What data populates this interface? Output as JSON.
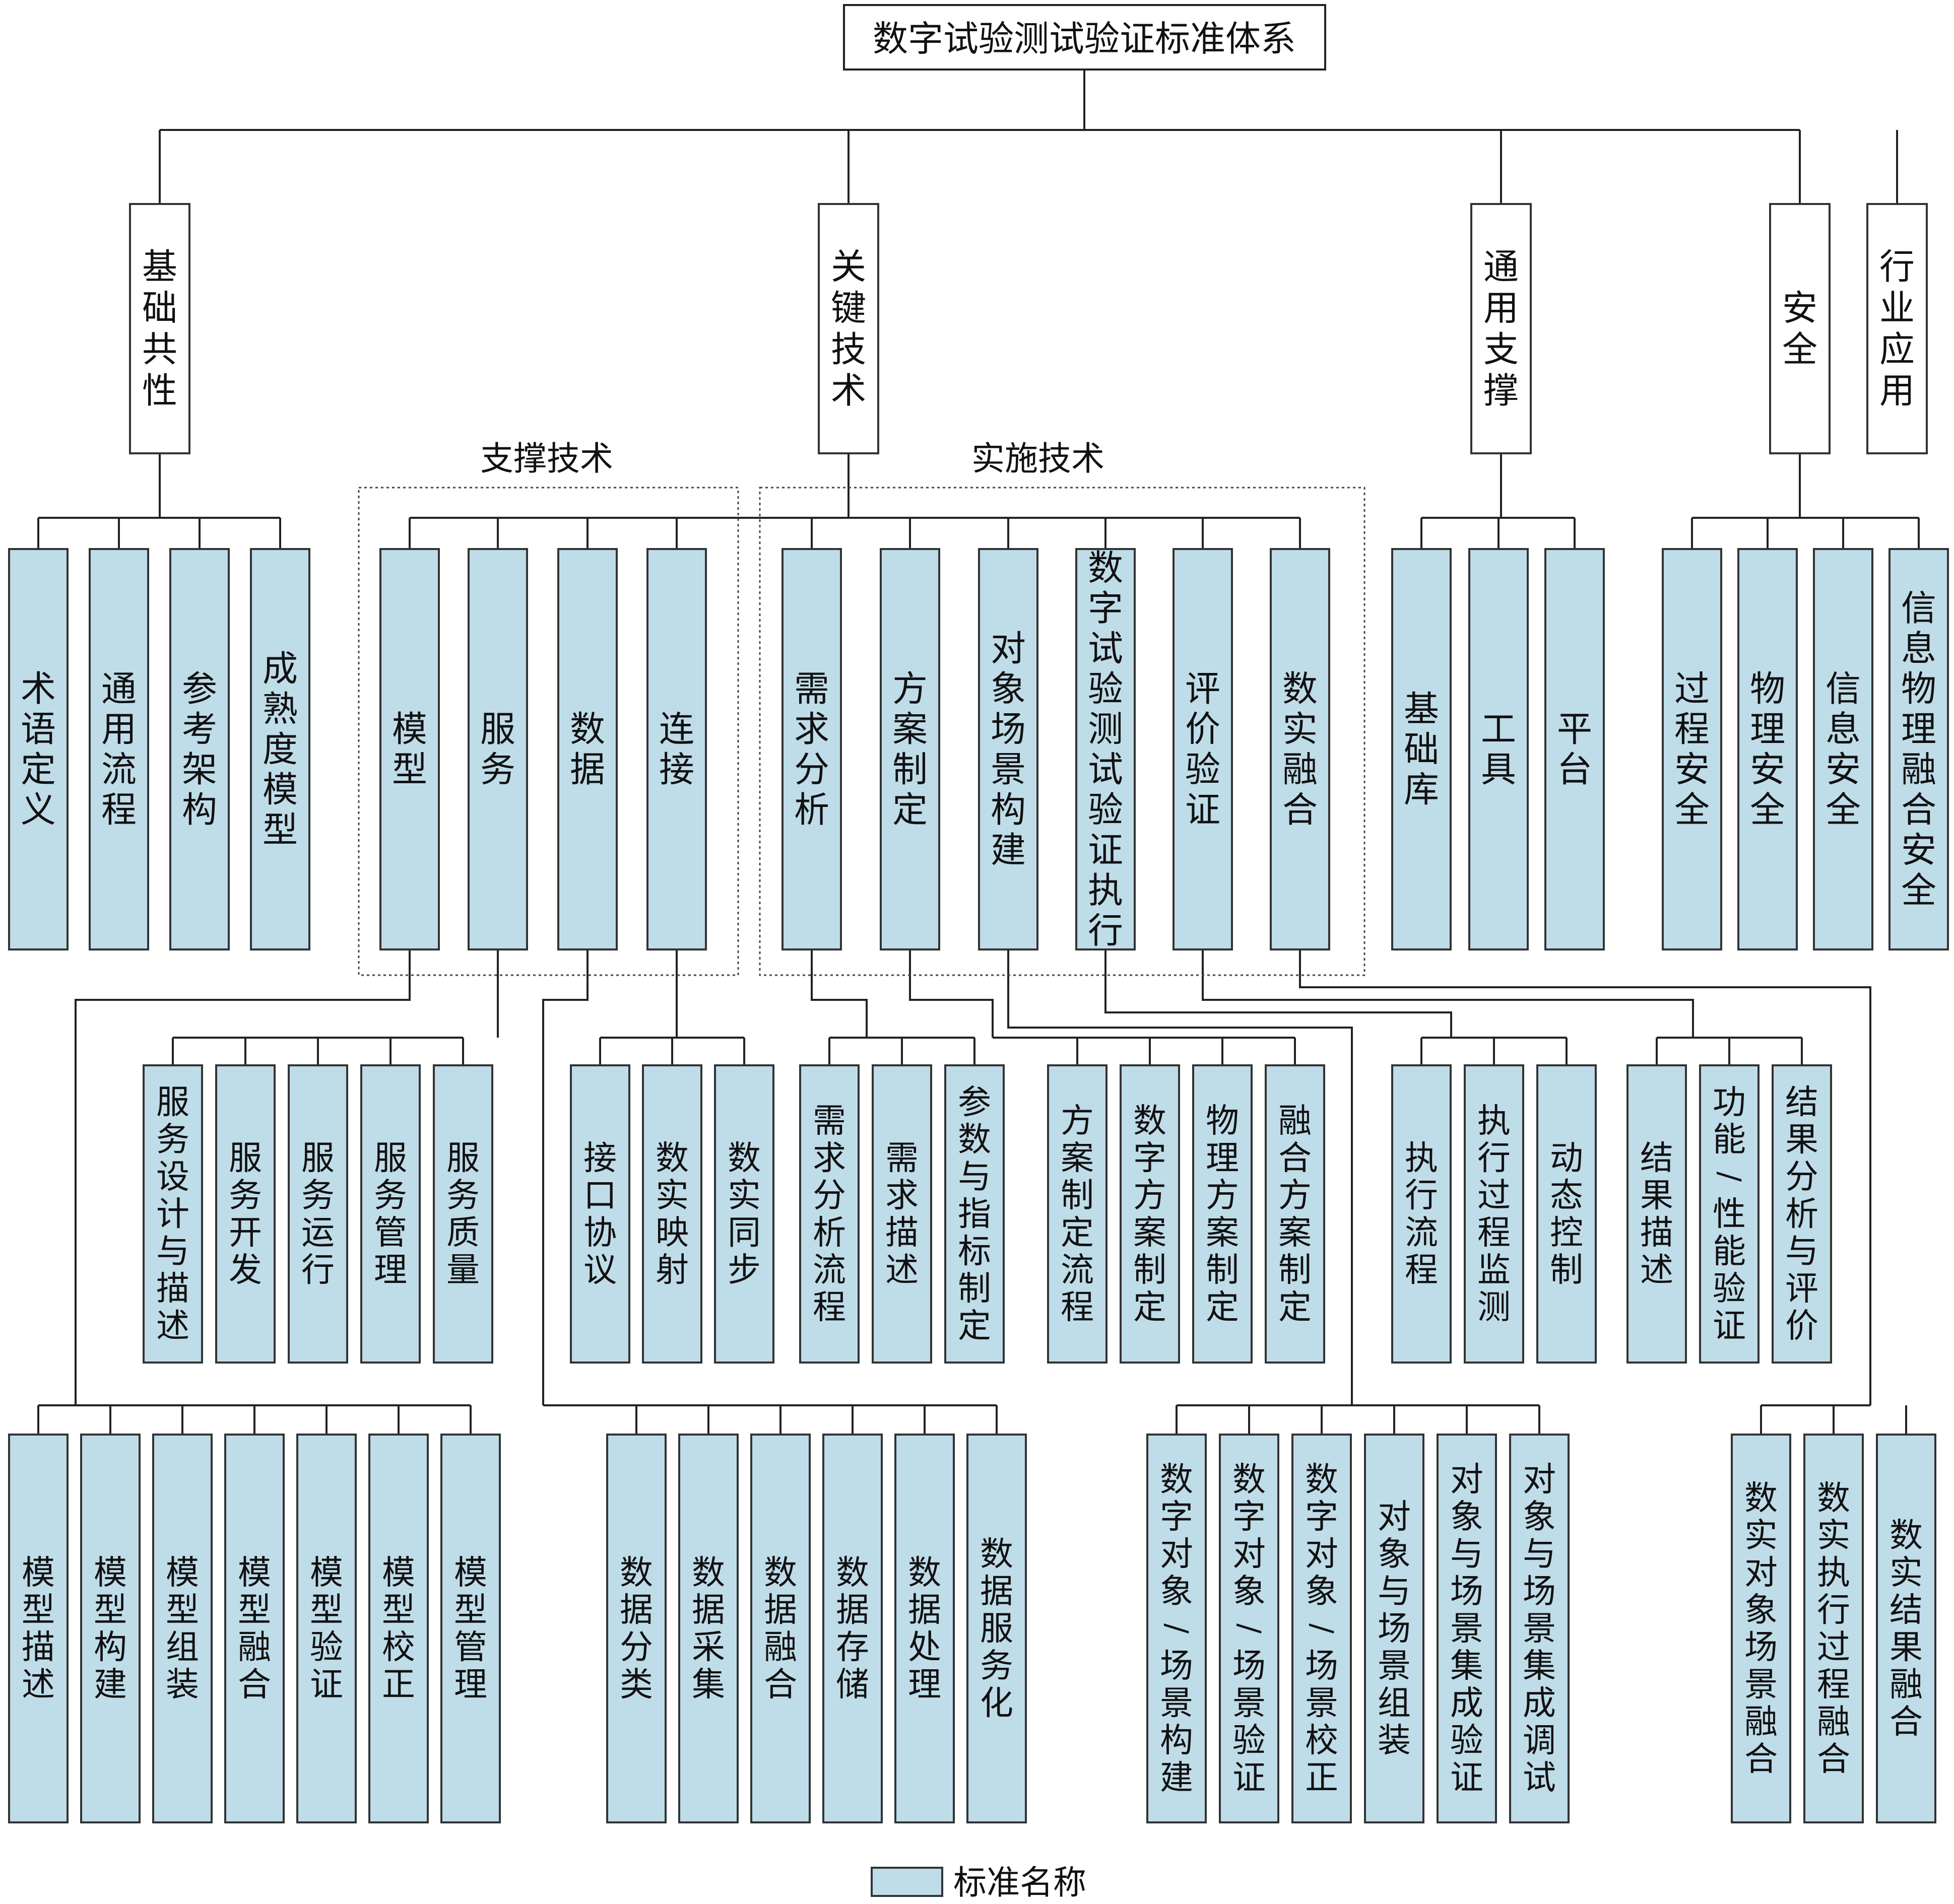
{
  "title": "数字试验测试验证标准体系",
  "colors": {
    "box_fill": "#bfdce9",
    "box_stroke": "#333333",
    "line": "#222222",
    "white": "#ffffff"
  },
  "categories": {
    "basic": "基础共性",
    "key": "关键技术",
    "support": "通用支撑",
    "safety": "安全",
    "industry": "行业应用"
  },
  "groups": {
    "support_tech": "支撑技术",
    "impl_tech": "实施技术"
  },
  "level2": {
    "basic": [
      "术语定义",
      "通用流程",
      "参考架构",
      "成熟度模型"
    ],
    "support_tech": [
      "模型",
      "服务",
      "数据",
      "连接"
    ],
    "impl_tech": [
      "需求分析",
      "方案制定",
      "对象场景构建",
      "数字试验测试验证执行",
      "评价验证",
      "数实融合"
    ],
    "support": [
      "基础库",
      "工具",
      "平台"
    ],
    "safety": [
      "过程安全",
      "物理安全",
      "信息安全",
      "信息物理融合安全"
    ]
  },
  "level3": {
    "service": [
      "服务设计与描述",
      "服务开发",
      "服务运行",
      "服务管理",
      "服务质量"
    ],
    "connect": [
      "接口协议",
      "数实映射",
      "数实同步"
    ],
    "demand": [
      "需求分析流程",
      "需求描述",
      "参数与指标制定"
    ],
    "plan": [
      "方案制定流程",
      "数字方案制定",
      "物理方案制定",
      "融合方案制定"
    ],
    "exec": [
      "执行流程",
      "执行过程监测",
      "动态控制"
    ],
    "eval": [
      "结果描述",
      "功能/性能验证",
      "结果分析与评价"
    ]
  },
  "level4": {
    "model": [
      "模型描述",
      "模型构建",
      "模型组装",
      "模型融合",
      "模型验证",
      "模型校正",
      "模型管理"
    ],
    "data": [
      "数据分类",
      "数据采集",
      "数据融合",
      "数据存储",
      "数据处理",
      "数据服务化"
    ],
    "scene": [
      "数字对象/场景构建",
      "数字对象/场景验证",
      "数字对象/场景校正",
      "对象与场景组装",
      "对象与场景集成验证",
      "对象与场景集成调试"
    ],
    "fusion": [
      "数实对象场景融合",
      "数实执行过程融合",
      "数实结果融合"
    ]
  },
  "legend": {
    "label": "标准名称"
  }
}
